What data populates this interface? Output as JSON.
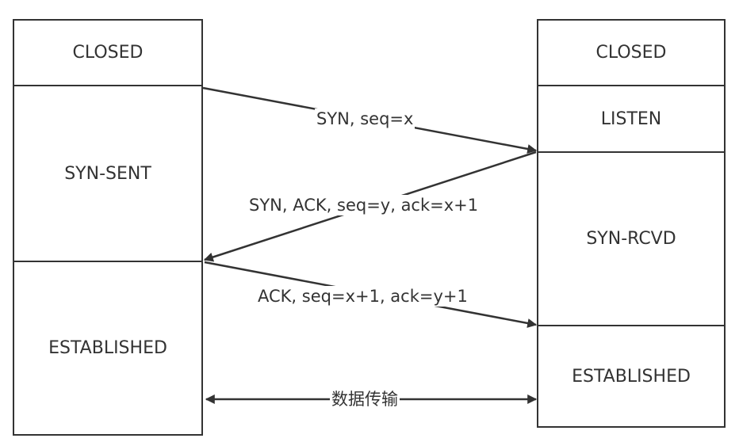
{
  "client": {
    "states": [
      "CLOSED",
      "SYN-SENT",
      "ESTABLISHED"
    ]
  },
  "server": {
    "states": [
      "CLOSED",
      "LISTEN",
      "SYN-RCVD",
      "ESTABLISHED"
    ]
  },
  "messages": {
    "syn": "SYN, seq=x",
    "syn_ack": "SYN, ACK, seq=y, ack=x+1",
    "ack": "ACK, seq=x+1, ack=y+1",
    "data": "数据传输"
  },
  "colors": {
    "line": "#333333",
    "text": "#333333",
    "background": "#ffffff"
  }
}
